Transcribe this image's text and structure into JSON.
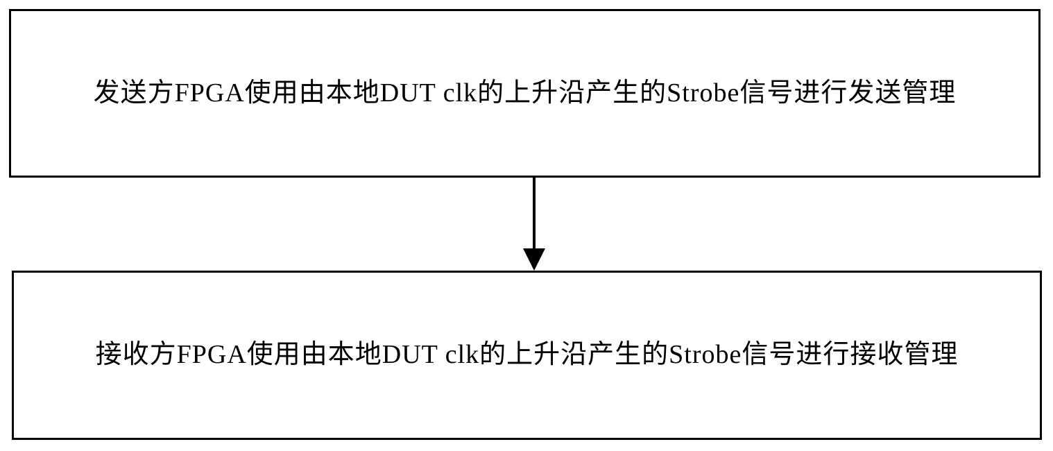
{
  "flowchart": {
    "background_color": "#ffffff",
    "line_color": "#000000",
    "steps": [
      {
        "id": "send",
        "text": "发送方FPGA使用由本地DUT clk的上升沿产生的Strobe信号进行发送管理"
      },
      {
        "id": "receive",
        "text": "接收方FPGA使用由本地DUT clk的上升沿产生的Strobe信号进行接收管理"
      }
    ],
    "connector": {
      "type": "arrow-down",
      "from": "send",
      "to": "receive"
    }
  }
}
